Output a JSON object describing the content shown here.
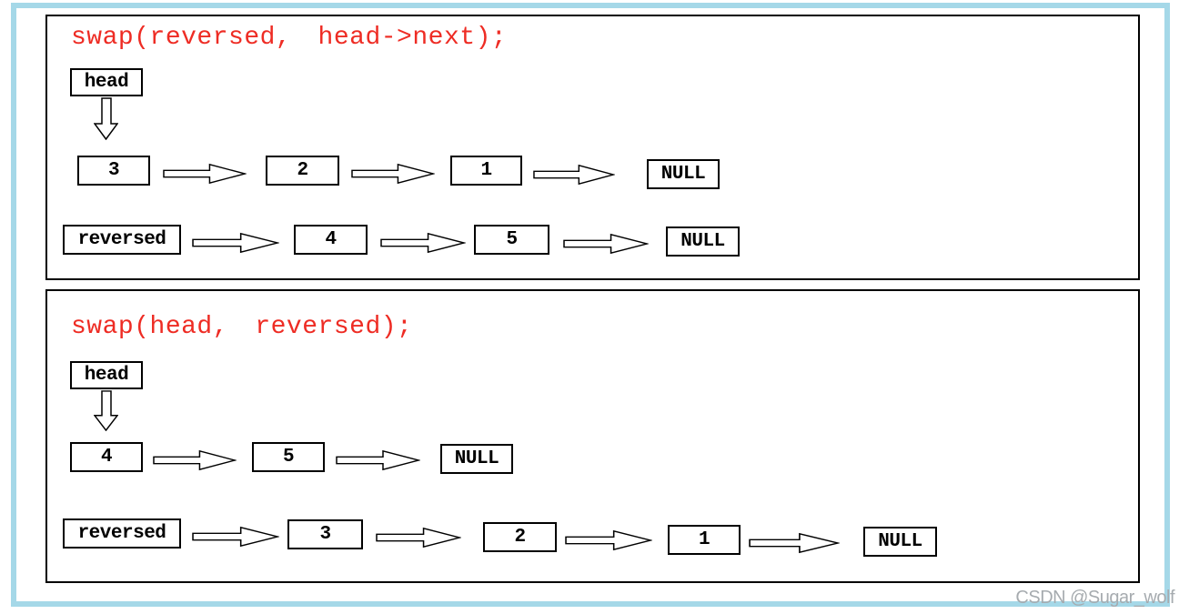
{
  "colors": {
    "frame_border": "#a5d8e8",
    "code_title": "#ee2c24",
    "box_border": "#000000",
    "watermark_gray": "#a6abaf"
  },
  "watermark": "CSDN @Sugar_wolf",
  "panels": [
    {
      "title": "swap(reversed, head->next);",
      "pointer": "head",
      "row1": [
        "3",
        "2",
        "1",
        "NULL"
      ],
      "row2": [
        "reversed",
        "4",
        "5",
        "NULL"
      ]
    },
    {
      "title": "swap(head, reversed);",
      "pointer": "head",
      "row1": [
        "4",
        "5",
        "NULL"
      ],
      "row2": [
        "reversed",
        "3",
        "2",
        "1",
        "NULL"
      ]
    }
  ]
}
